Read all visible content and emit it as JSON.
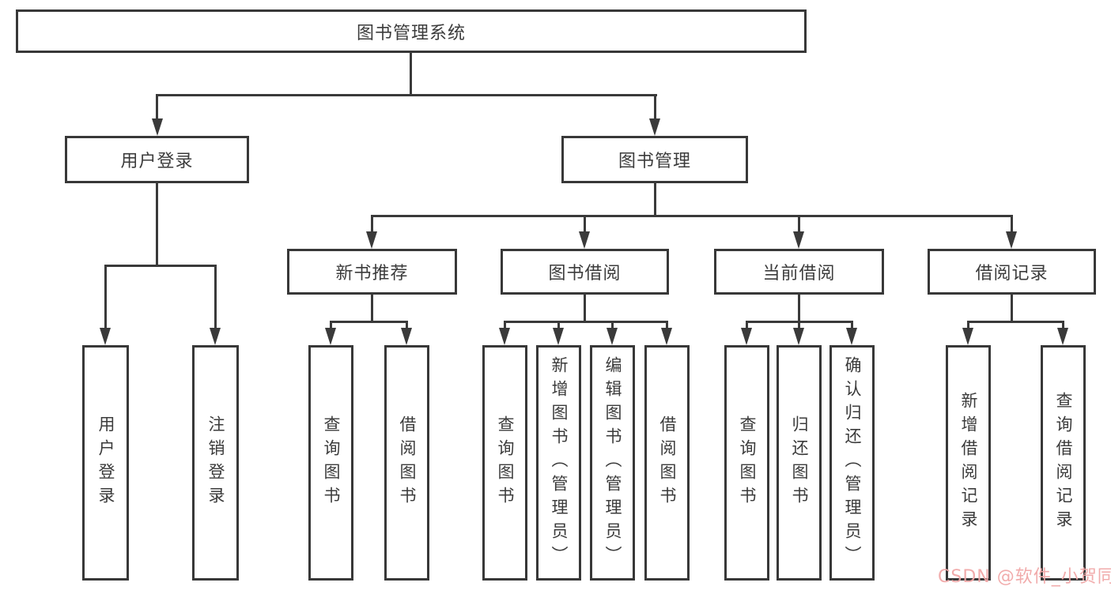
{
  "diagram": {
    "root": {
      "label": "图书管理系统"
    },
    "branches": {
      "user_login": {
        "label": "用户登录",
        "children": {
          "login": {
            "label": "用户登录"
          },
          "logout": {
            "label": "注销登录"
          }
        }
      },
      "book_mgmt": {
        "label": "图书管理",
        "sections": {
          "new_books": {
            "label": "新书推荐",
            "children": {
              "query_books": {
                "label": "查询图书"
              },
              "borrow_books": {
                "label": "借阅图书"
              }
            }
          },
          "book_borrow": {
            "label": "图书借阅",
            "children": {
              "query_books": {
                "label": "查询图书"
              },
              "add_books": {
                "label": "新增图书（管理员）"
              },
              "edit_books": {
                "label": "编辑图书（管理员）"
              },
              "borrow_books": {
                "label": "借阅图书"
              }
            }
          },
          "current_borrow": {
            "label": "当前借阅",
            "children": {
              "query_books": {
                "label": "查询图书"
              },
              "return_books": {
                "label": "归还图书"
              },
              "confirm_return": {
                "label": "确认归还（管理员）"
              }
            }
          },
          "borrow_records": {
            "label": "借阅记录",
            "children": {
              "add_record": {
                "label": "新增借阅记录"
              },
              "query_record": {
                "label": "查询借阅记录"
              }
            }
          }
        }
      }
    },
    "watermark": "CSDN @软件_小贺同学",
    "colors": {
      "line": "#3a3a3a",
      "text": "#3b3b3b",
      "watermark": "#f0a7a7",
      "background": "#ffffff"
    }
  }
}
